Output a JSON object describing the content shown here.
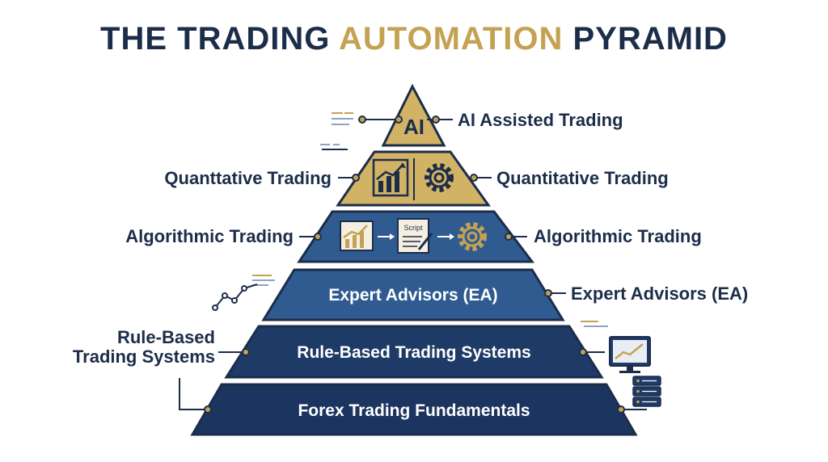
{
  "title": {
    "part1": "THE TRADING ",
    "part2": "AUTOMATION",
    "part3": " PYRAMID"
  },
  "colors": {
    "navy": "#1c2d4a",
    "gold": "#c4a253",
    "tier_gold": "#d2b366",
    "tier_blue": "#2f5b91",
    "tier_navy": "#1e3a66"
  },
  "tiers": {
    "ai": {
      "icon_text": "AI",
      "left_label": "",
      "right_label": "AI Assisted Trading"
    },
    "quant": {
      "left_label": "Quanttative Trading",
      "right_label": "Quantitative Trading",
      "icons": [
        "bar-chart-icon",
        "gear-icon"
      ]
    },
    "algo": {
      "left_label": "Algorithmic Trading",
      "right_label": "Algorithmic Trading",
      "script_text": "Script",
      "icons": [
        "bar-chart-icon",
        "arrow-icon",
        "script-icon",
        "arrow-icon",
        "gear-icon"
      ]
    },
    "ea": {
      "label": "Expert Advisors (EA)",
      "right_label": "Expert Advisors (EA)"
    },
    "rule": {
      "label": "Rule-Based Trading Systems",
      "left_label_line1": "Rule-Based",
      "left_label_line2": "Trading Systems",
      "right_icon": "monitor-chart-icon"
    },
    "forex": {
      "label": "Forex Trading Fundamentals",
      "right_icon": "server-icon"
    }
  },
  "decorations": [
    "text-lines-icon",
    "line-chart-icon"
  ]
}
